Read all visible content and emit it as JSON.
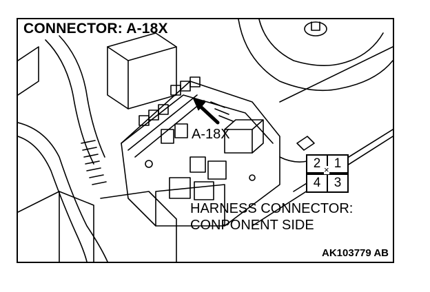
{
  "title": "CONNECTOR: A-18X",
  "callout_label": "A-18X",
  "caption": {
    "line1": "HARNESS CONNECTOR:",
    "line2": "CONPONENT SIDE"
  },
  "figure_code": "AK103779 AB",
  "connector_pins": {
    "top_left": "2",
    "top_right": "1",
    "bottom_left": "4",
    "bottom_right": "3",
    "center_mark": "×"
  },
  "colors": {
    "line": "#000000",
    "background": "#ffffff"
  }
}
